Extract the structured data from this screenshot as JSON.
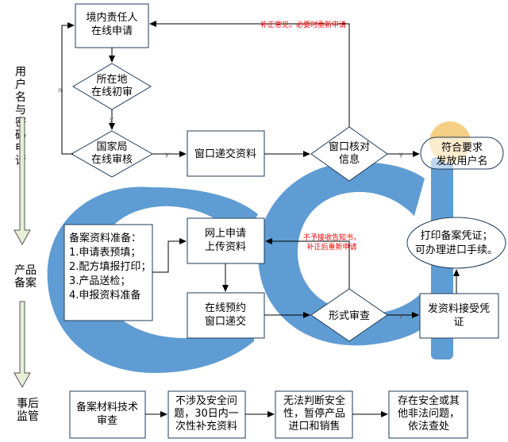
{
  "colors": {
    "watermark_blue": "#2f7ec6",
    "box_stroke": "#1f3b5a",
    "arrow": "#000000",
    "note_red": "#ff0000",
    "highlight_orange": "#f5cf85",
    "stage_arrow_fill": "#e6efd8"
  },
  "stages": {
    "user_registration": "用户名与密码申请",
    "product_filing": "产品备案",
    "post_supervision": "事后监管"
  },
  "nodes": {
    "domestic_rep_apply": [
      "境内责任人",
      "在线申请"
    ],
    "local_initial_review": [
      "所在地",
      "在线初审"
    ],
    "national_review": [
      "国家局",
      "在线审核"
    ],
    "window_submit_docs": [
      "窗口递交资料"
    ],
    "window_verify_info": [
      "窗口核对",
      "信息"
    ],
    "issue_username": [
      "符合要求",
      "发放用户名"
    ],
    "filing_prep": [
      "备案资料准备：",
      "1.申请表预填；",
      "2.配方填报打印；",
      "3.产品送检；",
      "4.申报资料准备"
    ],
    "online_upload": [
      "网上申请",
      "上传资料"
    ],
    "online_appointment": [
      "在线预约",
      "窗口递交"
    ],
    "formal_review": [
      "形式审查"
    ],
    "receive_docs_cert": [
      "发资料接受凭",
      "证"
    ],
    "print_cert": [
      "打印备案凭证；",
      "可办理进口手续。"
    ],
    "tech_review": [
      "备案材料技术",
      "审查"
    ],
    "no_safety_issue": [
      "不涉及安全问",
      "题，30日内一",
      "次性补充资料"
    ],
    "cannot_judge_safety": [
      "无法判断安全",
      "性，暂停产品",
      "进口和销售"
    ],
    "safety_issue": [
      "存在安全或其",
      "他非法问题，",
      "依法查处"
    ]
  },
  "notes": {
    "resubmit_correction": "补正意见，必要时重新申请",
    "reject_notice": [
      "不予接收告知书，",
      "补正后重新申请"
    ]
  },
  "edge_labels": {
    "yes": "y",
    "no": "n"
  }
}
